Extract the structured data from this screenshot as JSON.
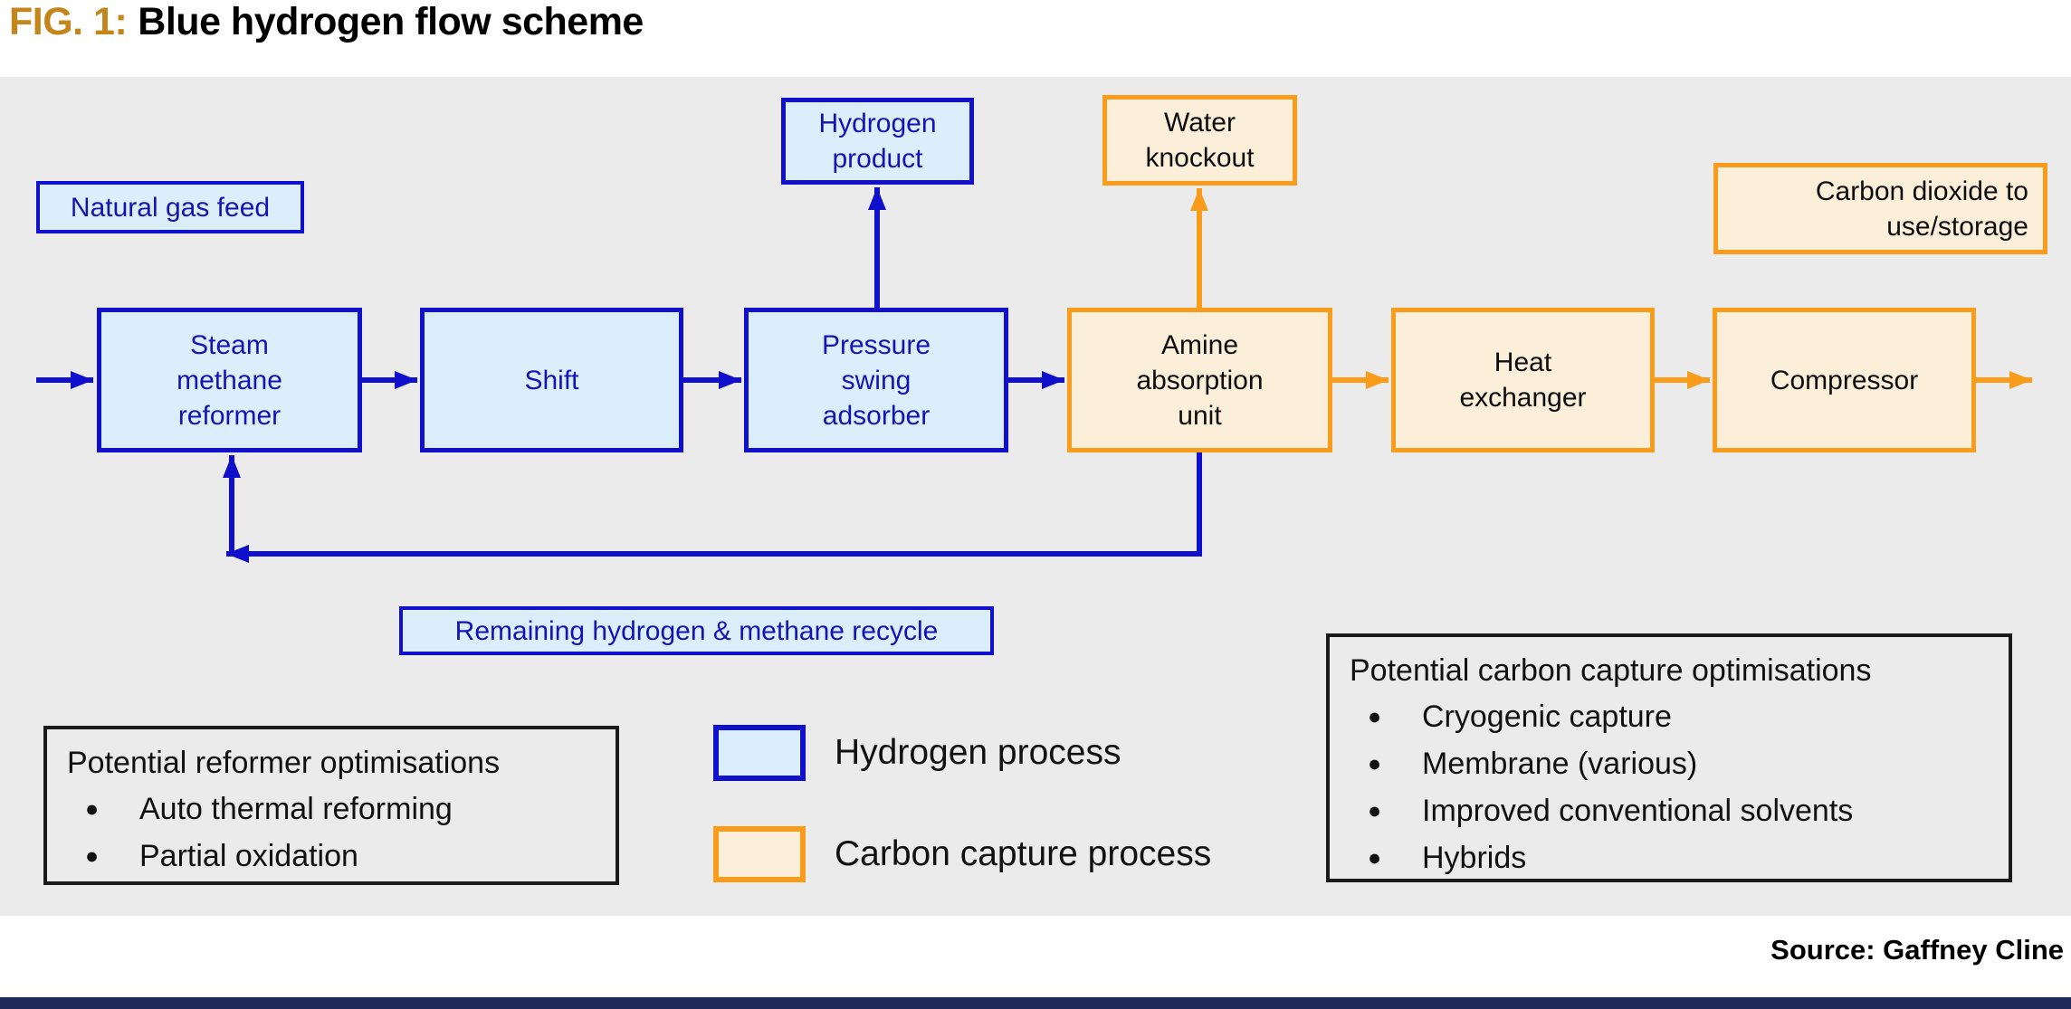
{
  "title": {
    "fig_label": "FIG. 1:",
    "text": "Blue hydrogen flow scheme"
  },
  "diagram": {
    "nodes": {
      "natural_gas_feed": {
        "label": "Natural gas feed",
        "process": "hydrogen"
      },
      "hydrogen_product": {
        "label": "Hydrogen\nproduct",
        "process": "hydrogen"
      },
      "steam_methane_reformer": {
        "label": "Steam\nmethane\nreformer",
        "process": "hydrogen"
      },
      "shift": {
        "label": "Shift",
        "process": "hydrogen"
      },
      "pressure_swing_adsorber": {
        "label": "Pressure\nswing\nadsorber",
        "process": "hydrogen"
      },
      "amine_absorption_unit": {
        "label": "Amine\nabsorption\nunit",
        "process": "carbon-capture"
      },
      "heat_exchanger": {
        "label": "Heat\nexchanger",
        "process": "carbon-capture"
      },
      "compressor": {
        "label": "Compressor",
        "process": "carbon-capture"
      },
      "water_knockout": {
        "label": "Water\nknockout",
        "process": "carbon-capture"
      },
      "carbon_dioxide_to_use_storage": {
        "label": "Carbon dioxide to\nuse/storage",
        "process": "carbon-capture"
      },
      "recycle_tag": {
        "label": "Remaining hydrogen & methane recycle",
        "process": "hydrogen"
      }
    },
    "flow_order": [
      "Steam methane reformer",
      "Shift",
      "Pressure swing adsorber",
      "Amine absorption unit",
      "Heat exchanger",
      "Compressor"
    ]
  },
  "legend": {
    "items": [
      {
        "label": "Hydrogen process",
        "swatch_fill": "#dbeefc",
        "swatch_border": "#1010cc"
      },
      {
        "label": "Carbon capture process",
        "swatch_fill": "#fcefda",
        "swatch_border": "#f99c1b"
      }
    ]
  },
  "notes": [
    {
      "title": "Potential reformer optimisations",
      "bullets": [
        "Auto thermal reforming",
        "Partial oxidation"
      ]
    },
    {
      "title": "Potential carbon capture optimisations",
      "bullets": [
        "Cryogenic capture",
        "Membrane (various)",
        "Improved conventional solvents",
        "Hybrids"
      ]
    }
  ],
  "source": "Source: Gaffney Cline",
  "colors": {
    "fig_label": "#c4861a",
    "panel_background": "#ebebeb",
    "hydrogen_fill": "#dbeefc",
    "hydrogen_border": "#1010cc",
    "hydrogen_text": "#1414b4",
    "carbon_fill": "#fcefda",
    "carbon_border": "#f99c1b",
    "footer_bar": "#1f2a5a"
  }
}
